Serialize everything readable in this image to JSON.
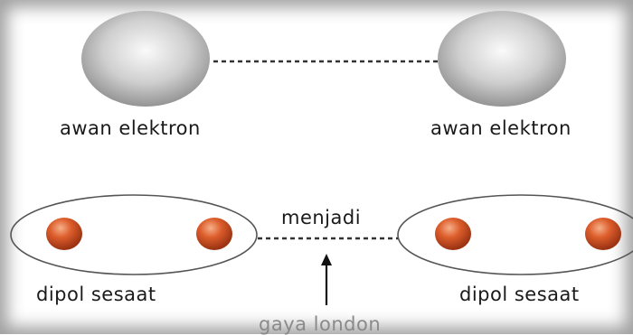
{
  "labels": {
    "cloud_left": "awan elektron",
    "cloud_right": "awan elektron",
    "transition": "menjadi",
    "dipole_left": "dipol sesaat",
    "dipole_right": "dipol sesaat",
    "force": "gaya london"
  },
  "colors": {
    "cloud": "#c9c9c9",
    "charge": "#d85a2a",
    "dash": "#333333",
    "frame_shadow": "#000000"
  }
}
